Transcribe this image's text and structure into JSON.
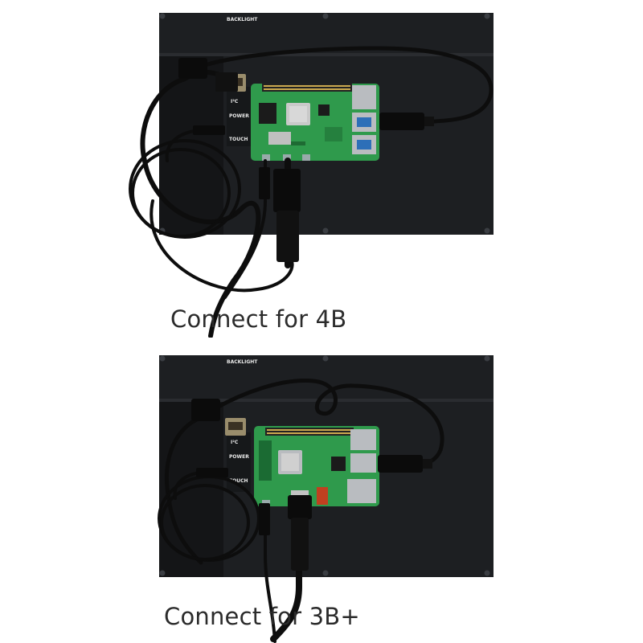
{
  "panels": [
    {
      "labels": {
        "backlight": "BACKLIGHT",
        "i2c": "I²C",
        "power": "POWER",
        "touch": "TOUCH"
      },
      "caption": "Connect for 4B"
    },
    {
      "labels": {
        "backlight": "BACKLIGHT",
        "i2c": "I²C",
        "power": "POWER",
        "touch": "TOUCH"
      },
      "caption": "Connect for 3B+"
    }
  ],
  "colors": {
    "display_back": "#1d1f22",
    "pcb_green": "#2f9a4c",
    "cable_black": "#0d0d0d",
    "background": "#ffffff"
  }
}
